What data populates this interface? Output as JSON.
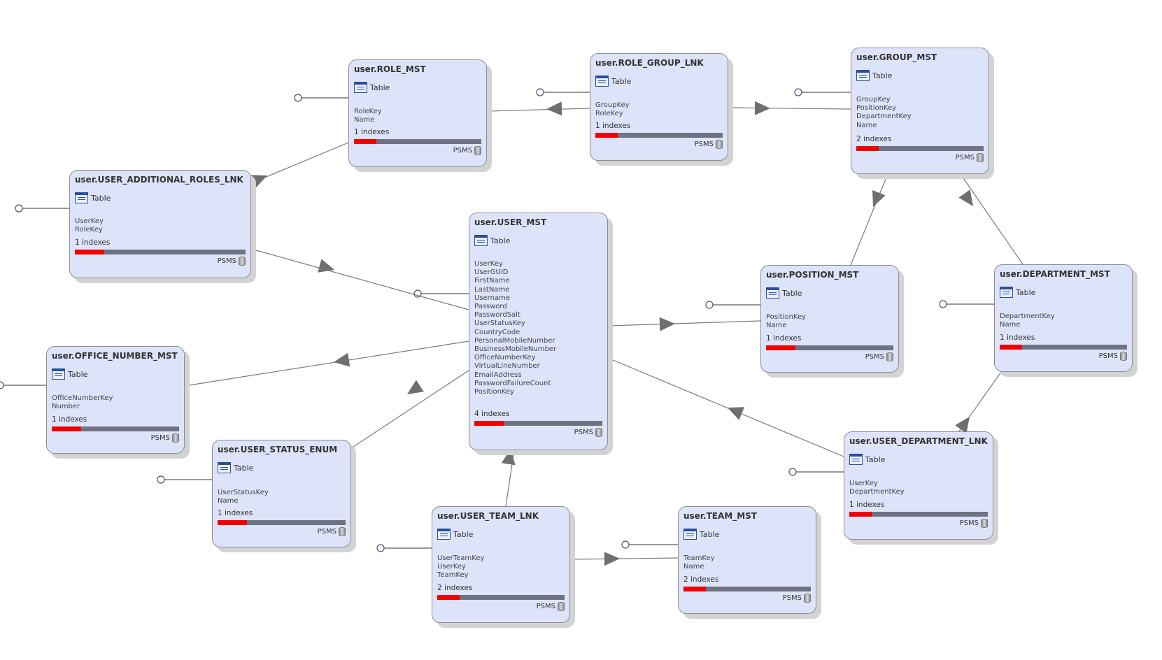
{
  "table_type_label": "Table",
  "footer_label": "PSMS",
  "tables": [
    {
      "id": "role_mst",
      "name": "user.ROLE_MST",
      "fields": [
        "RoleKey",
        "Name"
      ],
      "indexes": "1 indexes"
    },
    {
      "id": "role_group_lnk",
      "name": "user.ROLE_GROUP_LNK",
      "fields": [
        "GroupKey",
        "RoleKey"
      ],
      "indexes": "1 indexes"
    },
    {
      "id": "group_mst",
      "name": "user.GROUP_MST",
      "fields": [
        "GroupKey",
        "PositionKey",
        "DepartmentKey",
        "Name"
      ],
      "indexes": "2 indexes"
    },
    {
      "id": "user_additional_roles_lnk",
      "name": "user.USER_ADDITIONAL_ROLES_LNK",
      "fields": [
        "UserKey",
        "RoleKey"
      ],
      "indexes": "1 indexes"
    },
    {
      "id": "user_mst",
      "name": "user.USER_MST",
      "fields": [
        "UserKey",
        "UserGUID",
        "FirstName",
        "LastName",
        "Username",
        "Password",
        "PasswordSalt",
        "UserStatusKey",
        "CountryCode",
        "PersonalMobileNumber",
        "BusinessMobileNumber",
        "OfficeNumberKey",
        "VirtualLineNumber",
        "EmailAddress",
        "PasswordFailureCount",
        "PositionKey"
      ],
      "indexes": "4 indexes"
    },
    {
      "id": "position_mst",
      "name": "user.POSITION_MST",
      "fields": [
        "PositionKey",
        "Name"
      ],
      "indexes": "1 indexes"
    },
    {
      "id": "department_mst",
      "name": "user.DEPARTMENT_MST",
      "fields": [
        "DepartmentKey",
        "Name"
      ],
      "indexes": "1 indexes"
    },
    {
      "id": "office_number_mst",
      "name": "user.OFFICE_NUMBER_MST",
      "fields": [
        "OfficeNumberKey",
        "Number"
      ],
      "indexes": "1 indexes"
    },
    {
      "id": "user_status_enum",
      "name": "user.USER_STATUS_ENUM",
      "fields": [
        "UserStatusKey",
        "Name"
      ],
      "indexes": "1 indexes"
    },
    {
      "id": "user_team_lnk",
      "name": "user.USER_TEAM_LNK",
      "fields": [
        "UserTeamKey",
        "UserKey",
        "TeamKey"
      ],
      "indexes": "2 indexes"
    },
    {
      "id": "team_mst",
      "name": "user.TEAM_MST",
      "fields": [
        "TeamKey",
        "Name"
      ],
      "indexes": "2 indexes"
    },
    {
      "id": "user_department_lnk",
      "name": "user.USER_DEPARTMENT_LNK",
      "fields": [
        "UserKey",
        "DepartmentKey"
      ],
      "indexes": "1 indexes"
    }
  ],
  "relationships": [
    {
      "from": "role_group_lnk",
      "to": "role_mst"
    },
    {
      "from": "role_group_lnk",
      "to": "group_mst"
    },
    {
      "from": "user_additional_roles_lnk",
      "to": "role_mst"
    },
    {
      "from": "user_additional_roles_lnk",
      "to": "user_mst"
    },
    {
      "from": "group_mst",
      "to": "position_mst"
    },
    {
      "from": "group_mst",
      "to": "department_mst"
    },
    {
      "from": "user_mst",
      "to": "position_mst"
    },
    {
      "from": "user_mst",
      "to": "office_number_mst"
    },
    {
      "from": "user_mst",
      "to": "user_status_enum"
    },
    {
      "from": "user_team_lnk",
      "to": "user_mst"
    },
    {
      "from": "user_team_lnk",
      "to": "team_mst"
    },
    {
      "from": "user_department_lnk",
      "to": "user_mst"
    },
    {
      "from": "user_department_lnk",
      "to": "department_mst"
    }
  ]
}
